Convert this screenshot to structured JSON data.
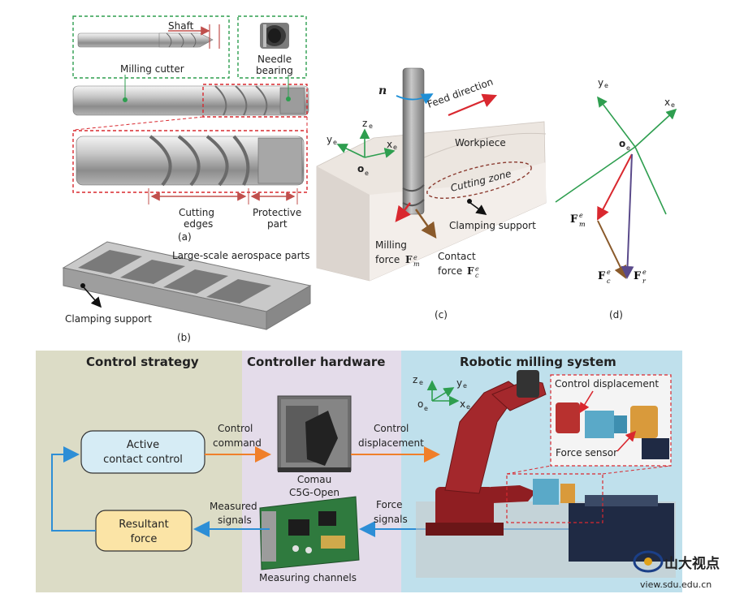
{
  "panel_a": {
    "shaft_label": "Shaft",
    "milling_cutter_label": "Milling cutter",
    "needle_bearing_line1": "Needle",
    "needle_bearing_line2": "bearing",
    "cutting_edges_line1": "Cutting",
    "cutting_edges_line2": "edges",
    "protective_part_line1": "Protective",
    "protective_part_line2": "part",
    "caption": "(a)"
  },
  "panel_b": {
    "title": "Large-scale aerospace parts",
    "clamping_support": "Clamping support",
    "caption": "(b)"
  },
  "panel_c": {
    "n_label": "n",
    "feed_direction": "Feed direction",
    "workpiece": "Workpiece",
    "cutting_zone": "Cutting zone",
    "clamping_support": "Clamping support",
    "milling_force_line1": "Milling",
    "milling_force_line2": "force",
    "contact_force_line1": "Contact",
    "contact_force_line2": "force",
    "axis_x": "x",
    "axis_y": "y",
    "axis_z": "z",
    "axis_o": "o",
    "sup_e": "e",
    "caption": "(c)"
  },
  "panel_d": {
    "axis_x": "x",
    "axis_y": "y",
    "axis_o": "o",
    "sup_e": "e",
    "f_m": "F",
    "f_c": "F",
    "f_r": "F",
    "sub_m": "m",
    "sub_c": "c",
    "sub_r": "r",
    "caption": "(d)"
  },
  "bottom": {
    "control_strategy": "Control strategy",
    "controller_hardware": "Controller hardware",
    "robotic_milling_system": "Robotic milling system",
    "active_contact_line1": "Active",
    "active_contact_line2": "contact control",
    "resultant_line1": "Resultant",
    "resultant_line2": "force",
    "control_command_line1": "Control",
    "control_command_line2": "command",
    "control_displacement_line1": "Control",
    "control_displacement_line2": "displacement",
    "comau_line1": "Comau",
    "comau_line2": "C5G-Open",
    "measured_signals_line1": "Measured",
    "measured_signals_line2": "signals",
    "force_signals_line1": "Force",
    "force_signals_line2": "signals",
    "measuring_channels": "Measuring channels",
    "inset_control_displacement": "Control displacement",
    "inset_force_sensor": "Force sensor",
    "axis_x": "x",
    "axis_y": "y",
    "axis_z": "z",
    "axis_o": "o",
    "sup_e": "e"
  },
  "watermark": {
    "logo_text": "山大视点",
    "url": "view.sdu.edu.cn"
  },
  "colors": {
    "control_strategy_bg": "#dcdcc6",
    "controller_hardware_bg": "#e4dcea",
    "robotic_system_bg": "#bfe0ec",
    "active_box": "#d6ecf5",
    "resultant_box": "#fbe4a6",
    "orange_arrow": "#f07f2a",
    "blue_arrow": "#2d8ed6",
    "green_dashed": "#2e9e4f",
    "red_dashed": "#d9282f",
    "dim_arrow": "#c0504d"
  }
}
